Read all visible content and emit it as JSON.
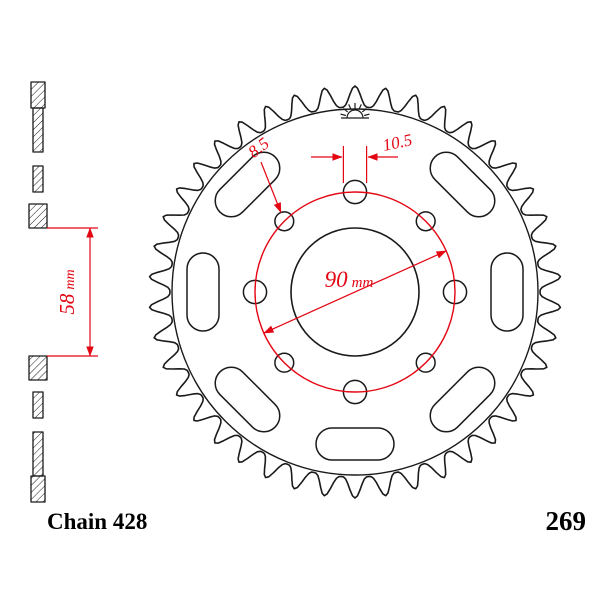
{
  "page": {
    "background": "#ffffff",
    "description": "Technical drawing of a rear chain sprocket: side section view (left) and dimensioned front view (center)"
  },
  "colors": {
    "line": "#1a1a1a",
    "dimension": "#e30613"
  },
  "footer": {
    "chain_label": "Chain 428",
    "part_number": "269"
  },
  "dimensions": {
    "side_bore": {
      "value": "58",
      "unit": "mm"
    },
    "bolt_circle": {
      "value": "90",
      "unit": "mm"
    },
    "hole_small": {
      "value": "8.5"
    },
    "hole_large": {
      "value": "10.5"
    }
  },
  "icons": {
    "top_symbol": "sunburst-finish-icon"
  },
  "drawing": {
    "teeth_count": 42,
    "slot_count": 7,
    "mounting_hole_count": 8
  }
}
